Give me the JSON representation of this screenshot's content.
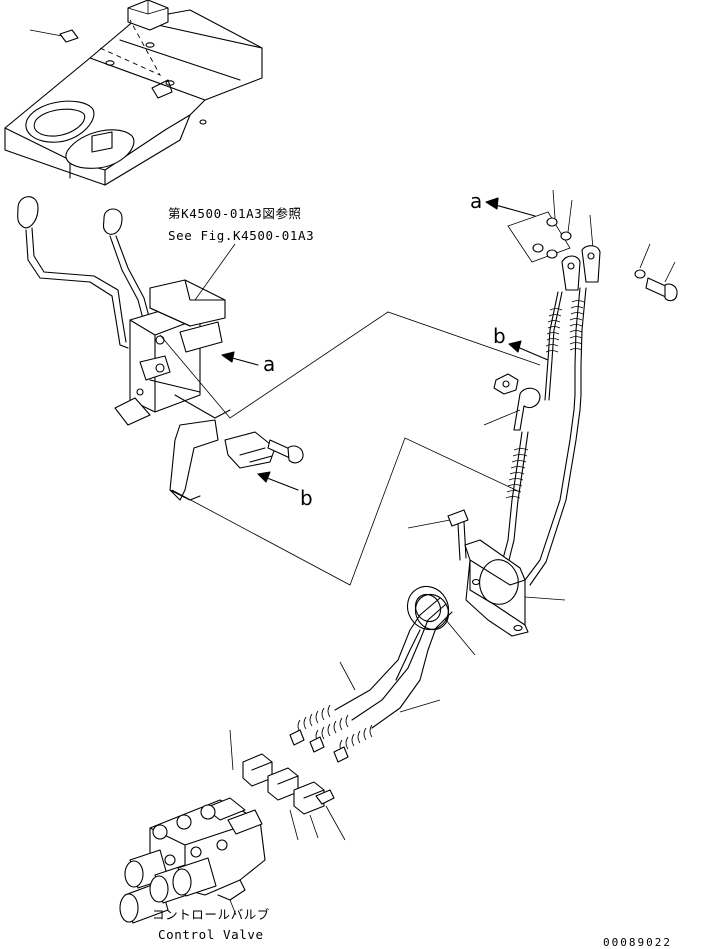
{
  "references": {
    "ref_ja": "第K4500-01A3図参照",
    "ref_en": "See Fig.K4500-01A3"
  },
  "callouts": {
    "a_left": "a",
    "a_right": "a",
    "b_left": "b",
    "b_right": "b"
  },
  "control_valve": {
    "label_ja": "コントロールバルブ",
    "label_en": "Control Valve"
  },
  "drawing_code": "00089022"
}
